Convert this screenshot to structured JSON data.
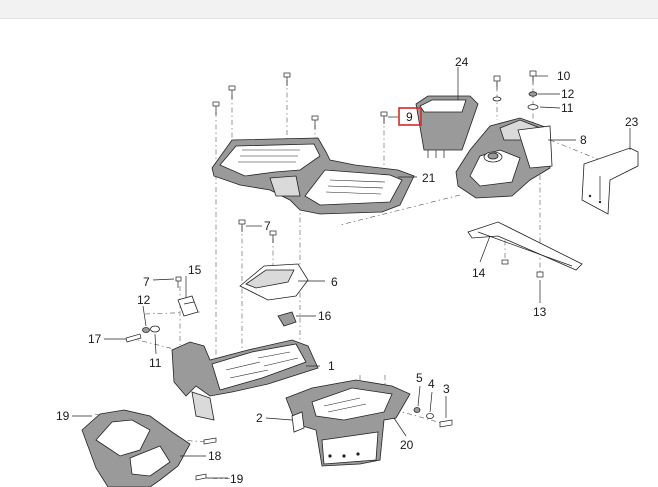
{
  "diagram": {
    "callouts": {
      "c1": "1",
      "c2": "2",
      "c3": "3",
      "c4": "4",
      "c5": "5",
      "c6": "6",
      "c7a": "7",
      "c7b": "7",
      "c8": "8",
      "c9": "9",
      "c10": "10",
      "c11a": "11",
      "c11b": "11",
      "c12a": "12",
      "c12b": "12",
      "c13": "13",
      "c14": "14",
      "c15": "15",
      "c16": "16",
      "c17": "17",
      "c18": "18",
      "c19a": "19",
      "c19b": "19",
      "c20": "20",
      "c21": "21",
      "c23": "23",
      "c24": "24"
    },
    "highlighted_callout": "9",
    "highlight_color": "#d42b2b"
  }
}
